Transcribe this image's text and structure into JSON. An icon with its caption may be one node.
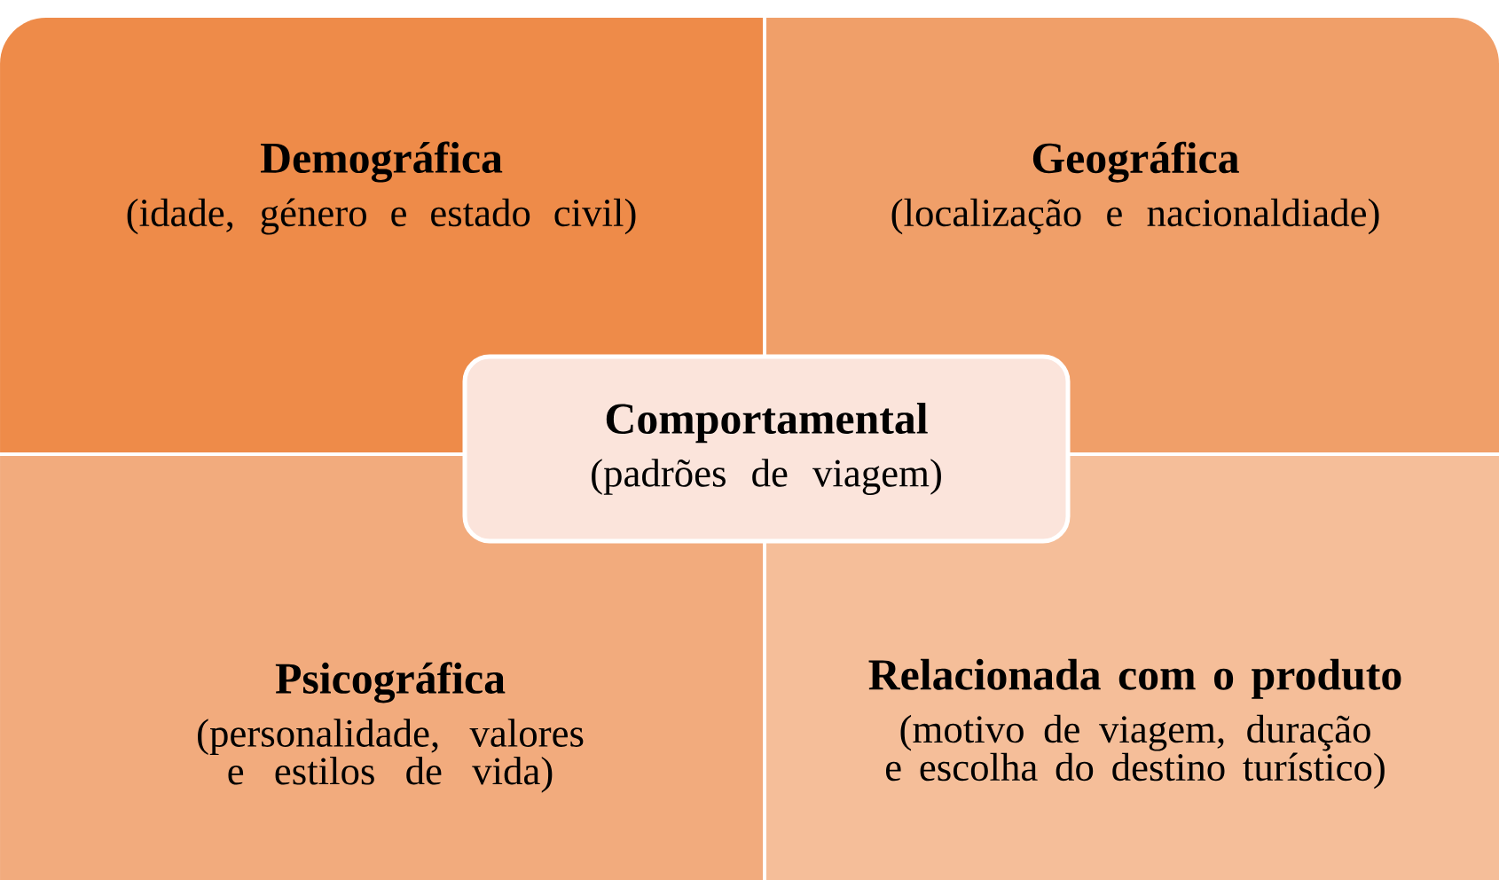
{
  "diagram": {
    "nodes": [
      {
        "text": [
          "Demográfica",
          "(idade, género e estado civil)"
        ]
      },
      {
        "text": [
          "Geográfica",
          "(localização e nacionaldiade)"
        ]
      },
      {
        "text": [
          "Comportamental",
          "(padrões de viagem)"
        ]
      },
      {
        "text": [
          "Psicográfica",
          "(personalidade, valores e estilos de vida)"
        ]
      },
      {
        "text": [
          "Relacionada com o produto",
          "(motivo de viagem, duração e escolha do destino turístico)"
        ]
      }
    ]
  }
}
